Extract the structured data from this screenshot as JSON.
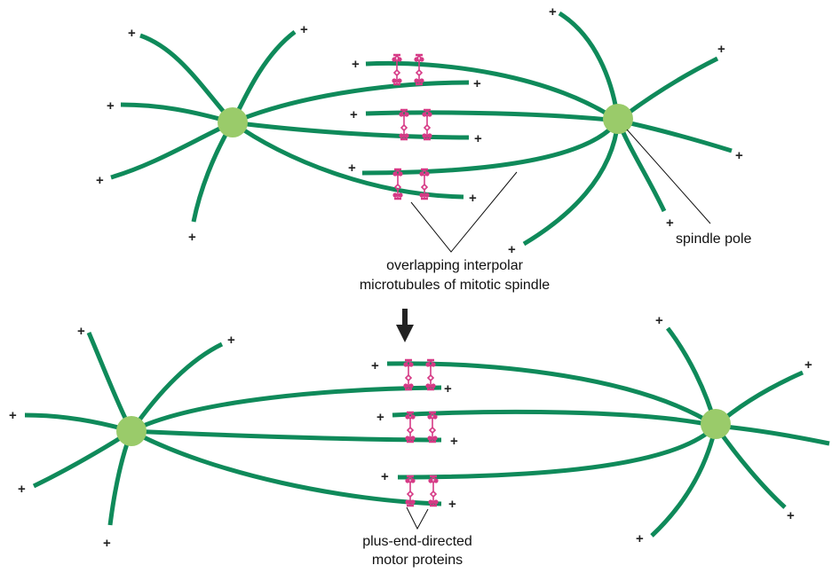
{
  "diagram": {
    "labels": {
      "spindle_pole": "spindle pole",
      "interpolar_line1": "overlapping interpolar",
      "interpolar_line2": "microtubules of mitotic spindle",
      "motor_line1": "plus-end-directed",
      "motor_line2": "motor proteins"
    },
    "plus_symbol": "+",
    "colors": {
      "microtubule": "#0f8a5a",
      "spindle_pole": "#9acb6a",
      "motor_protein": "#d63a86",
      "arrow": "#222222"
    }
  }
}
